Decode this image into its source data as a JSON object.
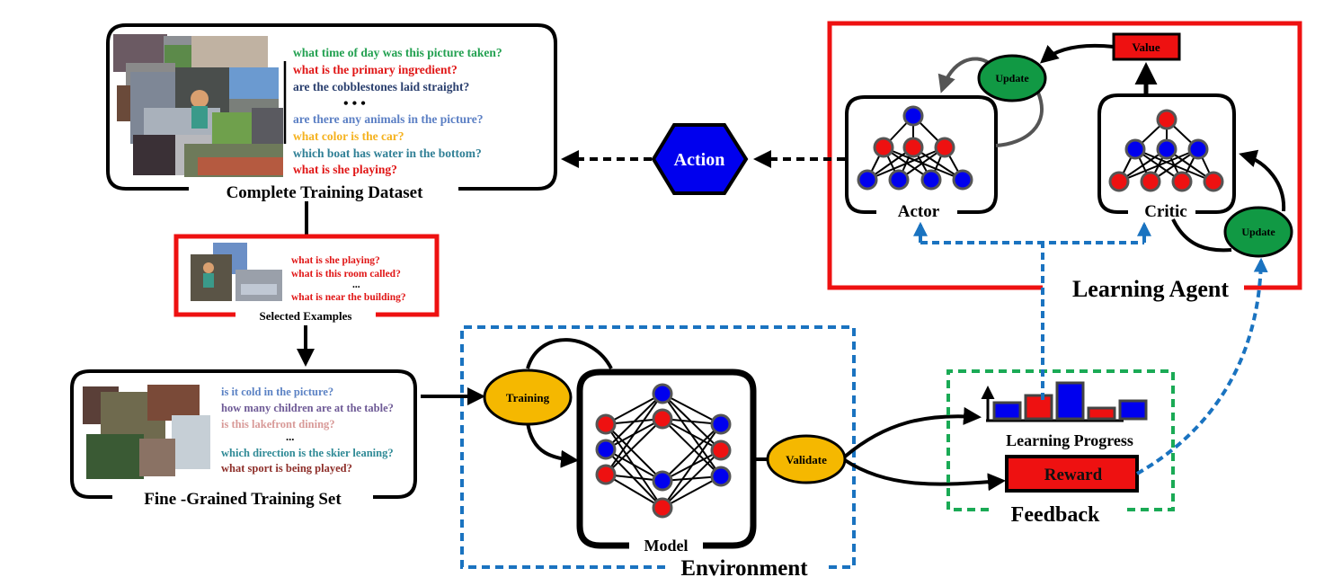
{
  "colors": {
    "red": "#ee1111",
    "blue": "#0000ee",
    "green": "#119944",
    "orange": "#f5b800",
    "env_dash": "#1a73c0",
    "feedback_dash": "#1aaa55",
    "black": "#000000"
  },
  "complete_dataset": {
    "title": "Complete Training Dataset",
    "ellipsis": "• • •",
    "questions": [
      {
        "text": "what time of day was this picture taken?",
        "color": "#22a050"
      },
      {
        "text": "what is the primary ingredient?",
        "color": "#e01515"
      },
      {
        "text": "are the cobblestones laid straight?",
        "color": "#2a3f6e"
      },
      {
        "text": "are there any animals in the picture?",
        "color": "#5b7fc4"
      },
      {
        "text": "what color is the car?",
        "color": "#f5b21f"
      },
      {
        "text": "which boat has water in the bottom?",
        "color": "#2f7f95"
      },
      {
        "text": "what is she playing?",
        "color": "#e01515"
      }
    ]
  },
  "selected_examples": {
    "title": "Selected Examples",
    "ellipsis": "...",
    "questions": [
      {
        "text": "what is she playing?",
        "color": "#e01515"
      },
      {
        "text": "what is this room called?",
        "color": "#e01515"
      },
      {
        "text": "what is near the building?",
        "color": "#e01515"
      }
    ]
  },
  "fine_grained_set": {
    "title": "Fine -Grained Training Set",
    "ellipsis": "...",
    "questions": [
      {
        "text": "is it cold in the picture?",
        "color": "#5b82c4"
      },
      {
        "text": "how many children are at the table?",
        "color": "#6e5a96"
      },
      {
        "text": "is this lakefront dining?",
        "color": "#d89a98"
      },
      {
        "text": "which direction is the skier leaning?",
        "color": "#2f8a96"
      },
      {
        "text": "what sport is being played?",
        "color": "#8e2f2a"
      }
    ]
  },
  "action": {
    "label": "Action"
  },
  "learning_agent": {
    "title": "Learning Agent",
    "actor_label": "Actor",
    "critic_label": "Critic",
    "value_label": "Value",
    "actor_update_label": "Update",
    "critic_update_label": "Update"
  },
  "environment": {
    "title": "Environment",
    "model_label": "Model",
    "training_label": "Training",
    "validate_label": "Validate"
  },
  "feedback": {
    "title": "Feedback",
    "progress_label": "Learning Progress",
    "reward_label": "Reward",
    "progress_bars": [
      {
        "relative_height": 0.45,
        "color": "#0000ee"
      },
      {
        "relative_height": 0.65,
        "color": "#ee1111"
      },
      {
        "relative_height": 1.0,
        "color": "#0000ee"
      },
      {
        "relative_height": 0.3,
        "color": "#ee1111"
      },
      {
        "relative_height": 0.5,
        "color": "#0000ee"
      }
    ]
  }
}
